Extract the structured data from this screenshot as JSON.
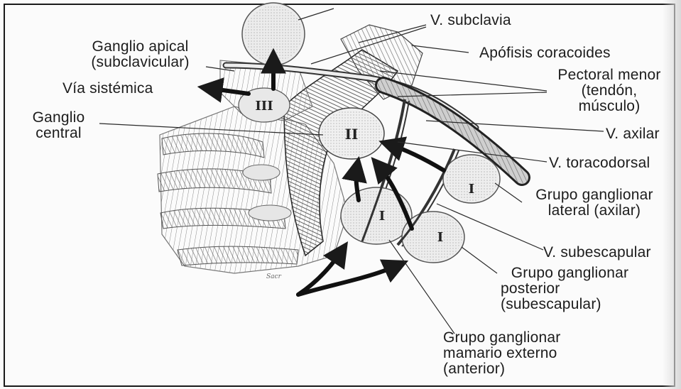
{
  "labels": {
    "v_subclavia": "V. subclavia",
    "ganglio_apical_1": "Ganglio apical",
    "ganglio_apical_2": "(subclavicular)",
    "apofisis": "Apófisis coracoides",
    "pectoral_1": "Pectoral menor",
    "pectoral_2": "(tendón,",
    "pectoral_3": "músculo)",
    "via_sistemica": "Vía sistémica",
    "ganglio_central_1": "Ganglio",
    "ganglio_central_2": "central",
    "v_axilar": "V. axilar",
    "v_toracodorsal": "V. toracodorsal",
    "grupo_lateral_1": "Grupo ganglionar",
    "grupo_lateral_2": "lateral (axilar)",
    "v_subescapular": "V. subescapular",
    "grupo_posterior_1": "Grupo ganglionar",
    "grupo_posterior_2": "posterior",
    "grupo_posterior_3": "(subescapular)",
    "grupo_mamario_1": "Grupo ganglionar",
    "grupo_mamario_2": "mamario externo",
    "grupo_mamario_3": "(anterior)"
  },
  "nodes": {
    "apical": "III",
    "central": "II",
    "lateral": "I",
    "mamario": "I",
    "posterior": "I"
  }
}
